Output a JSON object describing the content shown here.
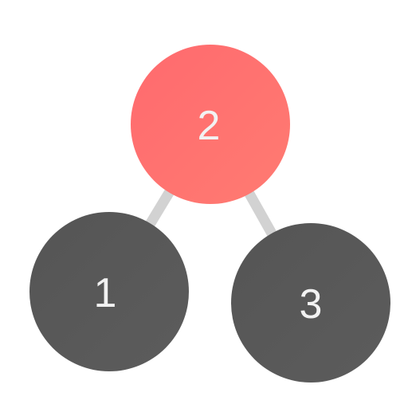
{
  "tree": {
    "root": {
      "label": "2",
      "color": "#ff6b6b"
    },
    "left_child": {
      "label": "1",
      "color": "#555555"
    },
    "right_child": {
      "label": "3",
      "color": "#555555"
    },
    "edge_color": "#d2d2d2",
    "label_color": "#f2f2f2"
  }
}
